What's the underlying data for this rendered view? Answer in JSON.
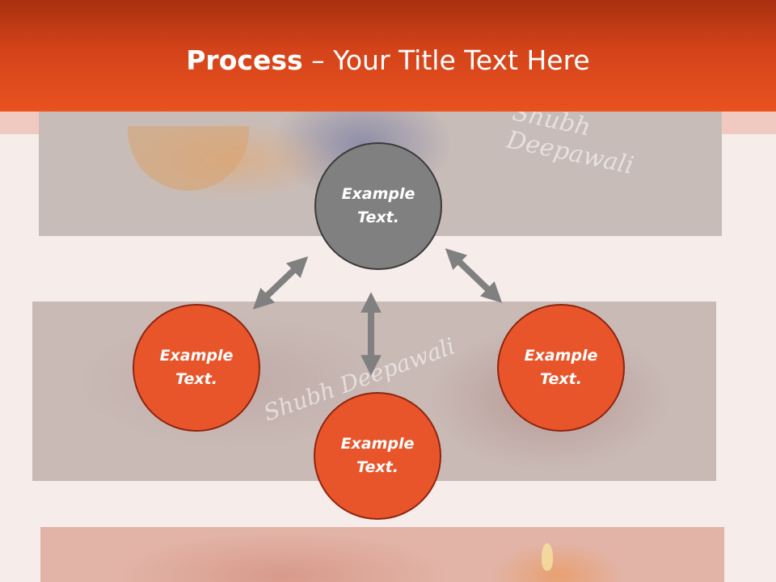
{
  "slide": {
    "title_bold": "Process",
    "title_rest": " – Your Title Text Here",
    "decor_script_top": "Shubh Deepawali",
    "decor_script_mid": "Shubh Deepawali"
  },
  "nodes": {
    "top": {
      "line1": "Example",
      "line2": "Text."
    },
    "left": {
      "line1": "Example",
      "line2": "Text."
    },
    "right": {
      "line1": "Example",
      "line2": "Text."
    },
    "bottom": {
      "line1": "Example",
      "line2": "Text."
    }
  },
  "colors": {
    "header": "#d4431a",
    "node_orange": "#e8552a",
    "node_gray": "#808080",
    "arrow": "#808080"
  }
}
